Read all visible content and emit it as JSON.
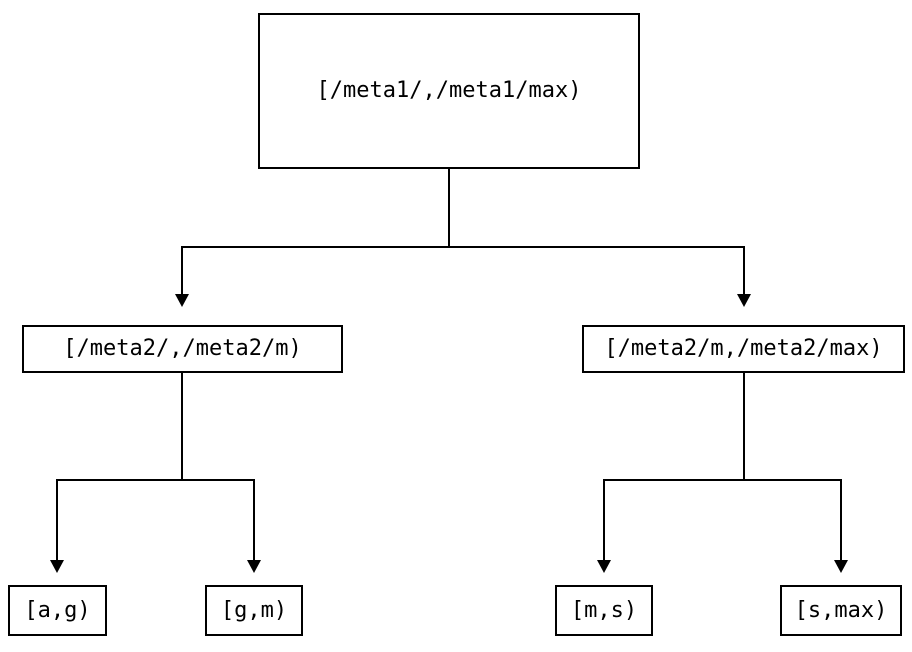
{
  "diagram": {
    "type": "tree",
    "colors": {
      "background": "#ffffff",
      "line": "#000000",
      "box_border": "#000000",
      "text": "#000000"
    },
    "nodes": {
      "root": {
        "label": "[/meta1/,/meta1/max)"
      },
      "level2_left": {
        "label": "[/meta2/,/meta2/m)"
      },
      "level2_right": {
        "label": "[/meta2/m,/meta2/max)"
      },
      "leaf_ag": {
        "label": "[a,g)"
      },
      "leaf_gm": {
        "label": "[g,m)"
      },
      "leaf_ms": {
        "label": "[m,s)"
      },
      "leaf_smax": {
        "label": "[s,max)"
      }
    },
    "edges": [
      {
        "from": "root",
        "to": "level2_left",
        "arrow": "down"
      },
      {
        "from": "root",
        "to": "level2_right",
        "arrow": "down"
      },
      {
        "from": "level2_left",
        "to": "leaf_ag",
        "arrow": "down"
      },
      {
        "from": "level2_left",
        "to": "leaf_gm",
        "arrow": "down"
      },
      {
        "from": "level2_right",
        "to": "leaf_ms",
        "arrow": "down"
      },
      {
        "from": "level2_right",
        "to": "leaf_smax",
        "arrow": "down"
      }
    ]
  }
}
